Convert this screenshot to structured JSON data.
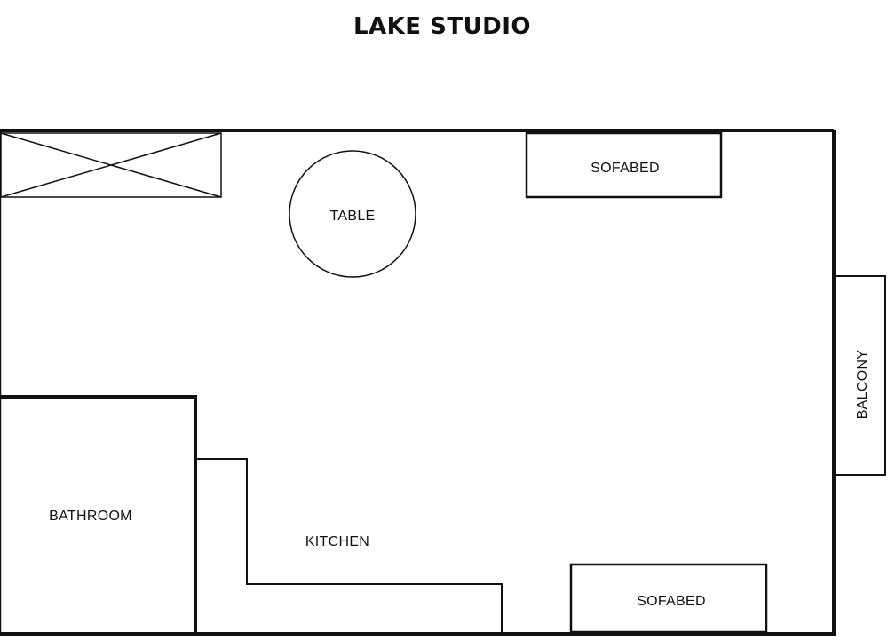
{
  "title": "LAKE STUDIO",
  "rooms": {
    "table": "TABLE",
    "sofabed_top": "SOFABED",
    "sofabed_bottom": "SOFABED",
    "balcony": "BALCONY",
    "bathroom": "BATHROOM",
    "kitchen": "KITCHEN"
  }
}
